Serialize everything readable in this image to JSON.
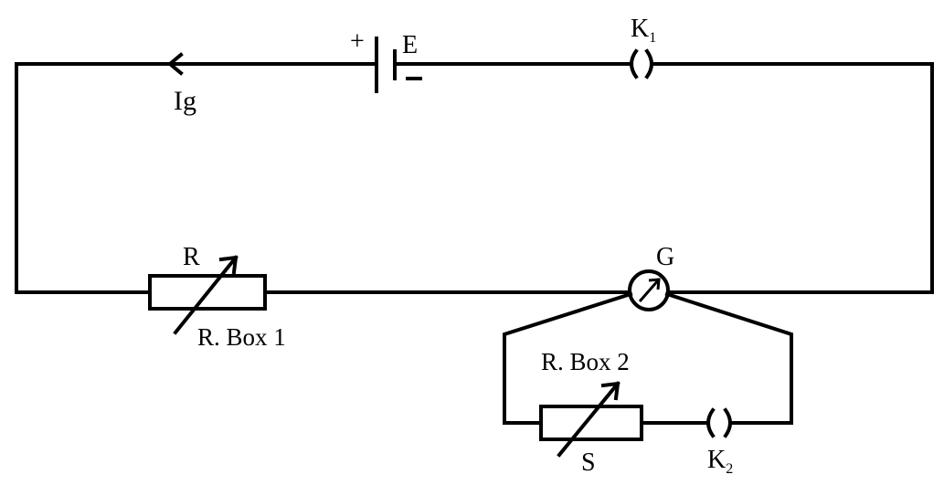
{
  "labels": {
    "battery_positive": "+",
    "battery_name": "E",
    "current": "Ig",
    "key1_letter": "K",
    "key1_sub": "1",
    "resistor1_name": "R",
    "resistor1_box": "R. Box 1",
    "galvanometer": "G",
    "resistor2_box": "R. Box 2",
    "resistor2_name": "S",
    "key2_letter": "K",
    "key2_sub": "2"
  },
  "colors": {
    "ink": "#000000",
    "background": "#ffffff"
  }
}
